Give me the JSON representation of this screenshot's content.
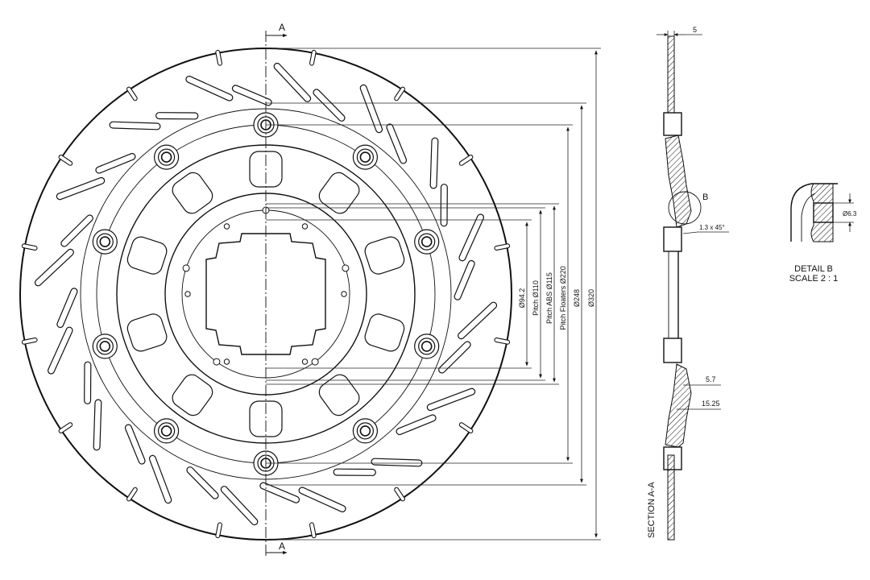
{
  "section_marks": {
    "top": "A",
    "bottom": "A"
  },
  "diameters": [
    {
      "id": "d94",
      "label": "Ø94.2"
    },
    {
      "id": "d110",
      "label": "Pitch Ø110"
    },
    {
      "id": "d115",
      "label": "Pitch ABS Ø115"
    },
    {
      "id": "d220",
      "label": "Pitch Floaters Ø220"
    },
    {
      "id": "d248",
      "label": "Ø248"
    },
    {
      "id": "d320",
      "label": "Ø320"
    }
  ],
  "section": {
    "title": "SECTION A-A",
    "thickness": "5",
    "chamfer": "1.3 x 45°",
    "dim_inner": "5.7",
    "dim_outer": "15.25",
    "detail_callout": "B"
  },
  "detail": {
    "title": "DETAIL B",
    "scale": "SCALE 2 : 1",
    "hole": "Ø6.3"
  }
}
